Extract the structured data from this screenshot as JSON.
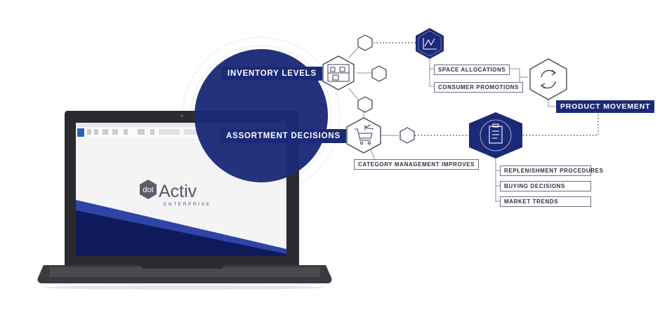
{
  "labels": {
    "inventory_levels": "INVENTORY LEVELS",
    "assortment_decisions": "ASSORTMENT DECISIONS",
    "category_management": "CATEGORY MANAGEMENT IMPROVES",
    "space_allocations": "SPACE ALLOCATIONS",
    "consumer_promotions": "CONSUMER PROMOTIONS",
    "product_movement": "PRODUCT MOVEMENT",
    "replenishment": "REPLENISHMENT PROCEDURES",
    "buying_decisions": "BUYING DECISIONS",
    "market_trends": "MARKET TRENDS"
  },
  "logo": {
    "badge": "dot",
    "name": "Activ",
    "subtitle": "ENTERPRISE"
  },
  "colors": {
    "navy": "#1b2a78",
    "dark_navy": "#0f1a5c",
    "line_gray": "#9aa0ad",
    "laptop": "#2e2f33"
  },
  "icons": {
    "warehouse": "warehouse-shelves-icon",
    "cart": "shopping-cart-icon",
    "chart": "triangle-chart-icon",
    "cycle": "refresh-cycle-icon",
    "clipboard": "clipboard-checklist-icon"
  }
}
